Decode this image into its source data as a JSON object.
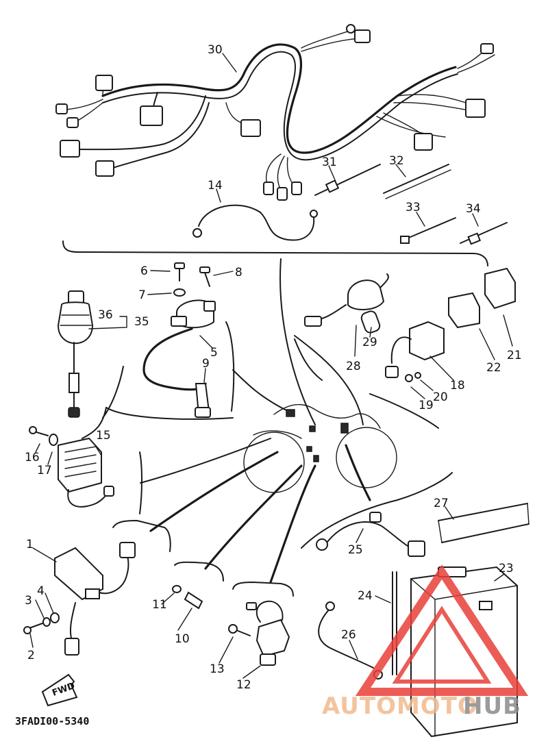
{
  "diagram_code": "3FADI00-5340",
  "fwd_label": "FWD",
  "watermark": {
    "brand_part1": "AUTOMOTO",
    "brand_part2": "HUB",
    "brand_color_1": "#f2b98e",
    "brand_color_2": "#8a8a8a",
    "triangle_color": "#e8403a"
  },
  "callouts": {
    "n1": "1",
    "n2": "2",
    "n3": "3",
    "n4": "4",
    "n5": "5",
    "n6": "6",
    "n7": "7",
    "n8": "8",
    "n9": "9",
    "n10": "10",
    "n11": "11",
    "n12": "12",
    "n13": "13",
    "n14": "14",
    "n15": "15",
    "n16": "16",
    "n17": "17",
    "n18": "18",
    "n19": "19",
    "n20": "20",
    "n21": "21",
    "n22": "22",
    "n23": "23",
    "n24": "24",
    "n25": "25",
    "n26": "26",
    "n27": "27",
    "n28": "28",
    "n29": "29",
    "n30": "30",
    "n31": "31",
    "n32": "32",
    "n33": "33",
    "n34": "34",
    "n35": "35",
    "n36": "36"
  }
}
